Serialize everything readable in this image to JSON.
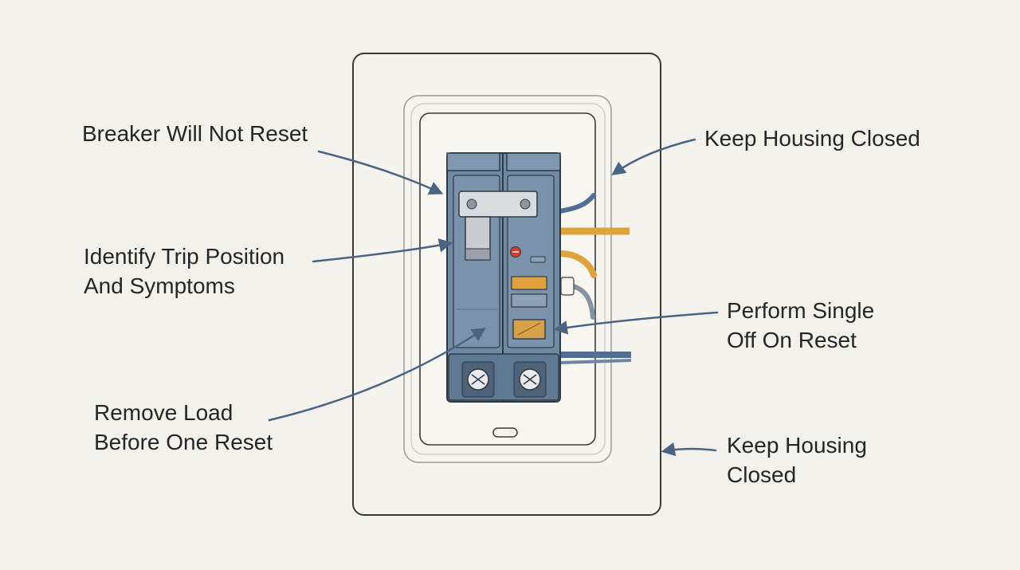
{
  "labels": {
    "breaker_will_not_reset": {
      "lines": [
        "Breaker Will Not Reset"
      ]
    },
    "identify_trip": {
      "lines": [
        "Identify Trip Position",
        "And Symptoms"
      ]
    },
    "remove_load": {
      "lines": [
        "Remove Load",
        "Before One Reset"
      ]
    },
    "keep_housing_top": {
      "lines": [
        "Keep Housing Closed"
      ]
    },
    "perform_reset": {
      "lines": [
        "Perform Single",
        "Off On Reset"
      ]
    },
    "keep_housing_bottom": {
      "lines": [
        "Keep Housing",
        "Closed"
      ]
    }
  },
  "colors": {
    "background": "#f2f1ec",
    "arrow": "#4a6583",
    "breaker_body": "#6f8aa3",
    "breaker_shadow": "#566f87",
    "wire_orange": "#e0a23a",
    "wire_blue": "#4f6f94",
    "panel_line": "#3a3a3a",
    "indicator_red": "#d23b2f"
  }
}
